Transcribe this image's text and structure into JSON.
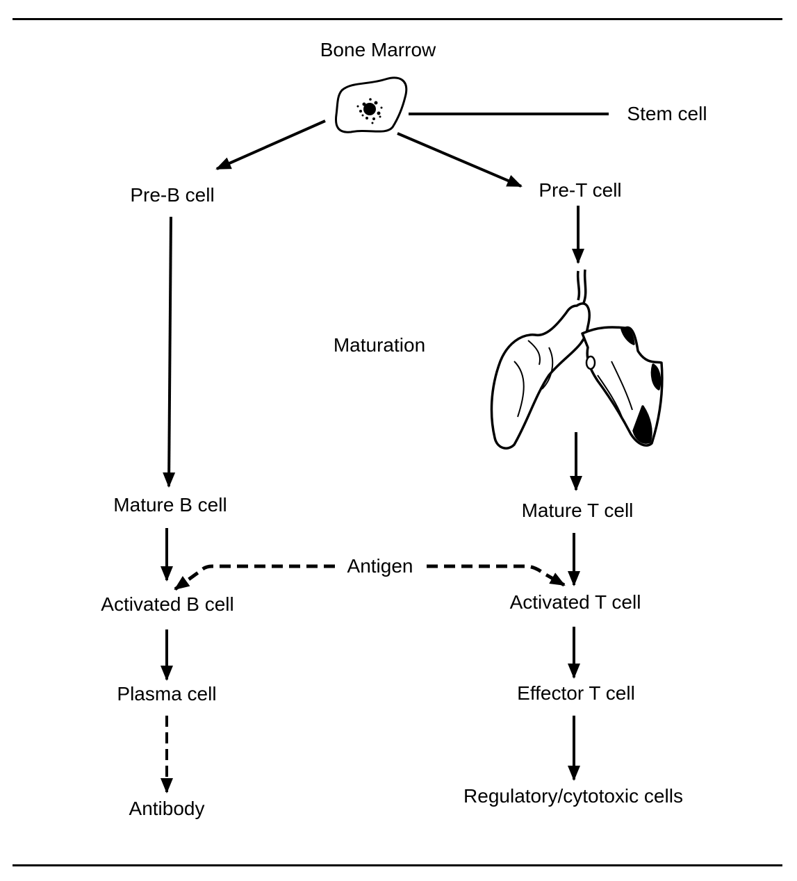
{
  "diagram": {
    "title": "Lymphocyte development and activation",
    "labels": {
      "bone_marrow": "Bone Marrow",
      "stem_cell": "Stem cell",
      "pre_b": "Pre-B cell",
      "pre_t": "Pre-T cell",
      "maturation": "Maturation",
      "mature_b": "Mature B cell",
      "mature_t": "Mature T cell",
      "antigen": "Antigen",
      "activated_b": "Activated B cell",
      "activated_t": "Activated T cell",
      "plasma": "Plasma cell",
      "effector_t": "Effector T cell",
      "antibody": "Antibody",
      "regulatory": "Regulatory/cytotoxic cells"
    },
    "icons": {
      "stem_cell": "stem-cell-drawing",
      "thymus": "thymus-drawing"
    },
    "edges": [
      {
        "from": "Stem cell",
        "to": "Pre-B cell",
        "style": "solid"
      },
      {
        "from": "Stem cell",
        "to": "Pre-T cell",
        "style": "solid"
      },
      {
        "from": "Pre-B cell",
        "to": "Mature B cell",
        "style": "solid"
      },
      {
        "from": "Pre-T cell",
        "to": "Thymus",
        "style": "solid"
      },
      {
        "from": "Thymus",
        "to": "Mature T cell",
        "style": "solid"
      },
      {
        "from": "Mature B cell",
        "to": "Activated B cell",
        "style": "solid"
      },
      {
        "from": "Mature T cell",
        "to": "Activated T cell",
        "style": "solid"
      },
      {
        "from": "Antigen",
        "to": "Activated B cell",
        "style": "dashed"
      },
      {
        "from": "Antigen",
        "to": "Activated T cell",
        "style": "dashed"
      },
      {
        "from": "Activated B cell",
        "to": "Plasma cell",
        "style": "solid"
      },
      {
        "from": "Activated T cell",
        "to": "Effector T cell",
        "style": "solid"
      },
      {
        "from": "Plasma cell",
        "to": "Antibody",
        "style": "dashed"
      },
      {
        "from": "Effector T cell",
        "to": "Regulatory/cytotoxic cells",
        "style": "solid"
      }
    ]
  }
}
